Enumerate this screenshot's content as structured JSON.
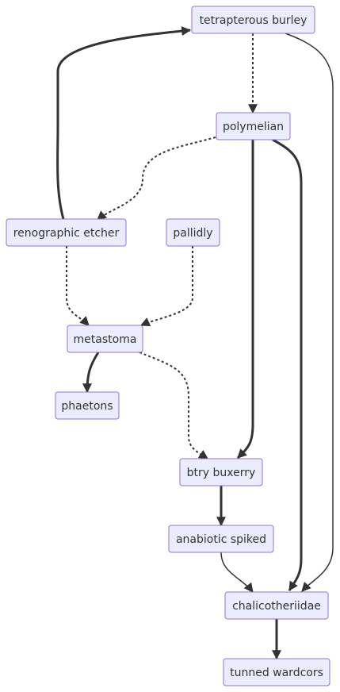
{
  "diagram": {
    "nodes": [
      {
        "id": "tetrapterous",
        "label": "tetrapterous burley"
      },
      {
        "id": "polymelian",
        "label": "polymelian"
      },
      {
        "id": "renographic",
        "label": "renographic etcher"
      },
      {
        "id": "pallidly",
        "label": "pallidly"
      },
      {
        "id": "metastoma",
        "label": "metastoma"
      },
      {
        "id": "phaetons",
        "label": "phaetons"
      },
      {
        "id": "btry",
        "label": "btry buxerry"
      },
      {
        "id": "anabiotic",
        "label": "anabiotic spiked"
      },
      {
        "id": "chalicotheriidae",
        "label": "chalicotheriidae"
      },
      {
        "id": "tunned",
        "label": "tunned wardcors"
      }
    ],
    "edges": [
      {
        "from": "tetrapterous",
        "to": "polymelian",
        "style": "dotted"
      },
      {
        "from": "tetrapterous",
        "to": "chalicotheriidae",
        "style": "thin"
      },
      {
        "from": "polymelian",
        "to": "renographic",
        "style": "dotted"
      },
      {
        "from": "polymelian",
        "to": "btry",
        "style": "thick"
      },
      {
        "from": "polymelian",
        "to": "chalicotheriidae",
        "style": "thick"
      },
      {
        "from": "renographic",
        "to": "tetrapterous",
        "style": "thick"
      },
      {
        "from": "renographic",
        "to": "metastoma",
        "style": "dotted"
      },
      {
        "from": "pallidly",
        "to": "metastoma",
        "style": "dotted"
      },
      {
        "from": "metastoma",
        "to": "phaetons",
        "style": "thick"
      },
      {
        "from": "metastoma",
        "to": "btry",
        "style": "dotted"
      },
      {
        "from": "btry",
        "to": "anabiotic",
        "style": "thick"
      },
      {
        "from": "anabiotic",
        "to": "chalicotheriidae",
        "style": "thin"
      },
      {
        "from": "chalicotheriidae",
        "to": "tunned",
        "style": "thick"
      }
    ]
  }
}
